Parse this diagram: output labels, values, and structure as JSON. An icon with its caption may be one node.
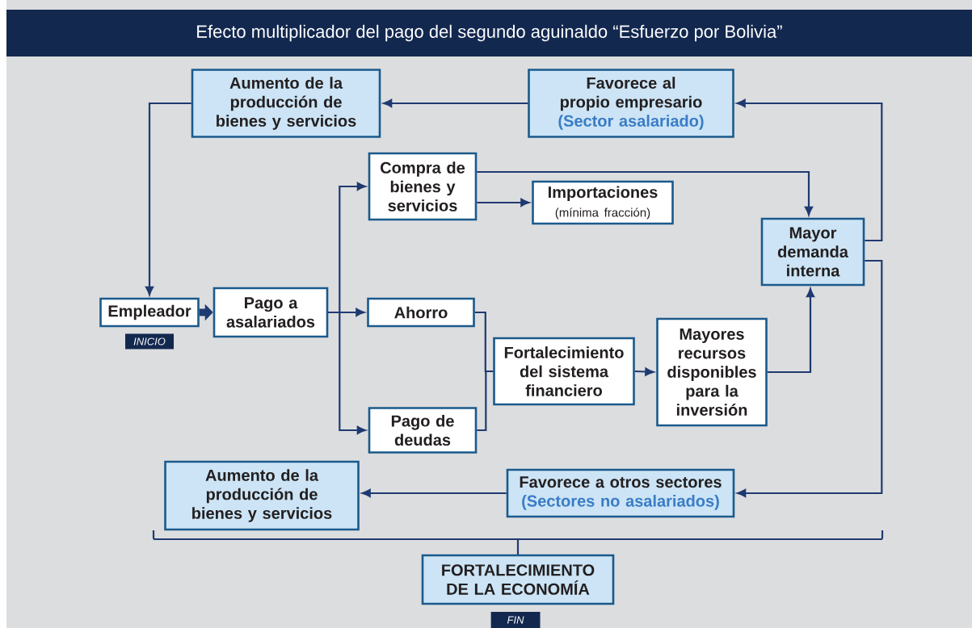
{
  "diagram": {
    "title": "Efecto multiplicador del pago del segundo aguinaldo “Esfuerzo por Bolivia”",
    "nodes": [
      {
        "text": [
          "Empleador"
        ],
        "beside": [
          "INICIO"
        ]
      },
      {
        "text": [
          "Pago a asalariados"
        ]
      },
      {
        "text": [
          "Compra de bienes y servicios"
        ]
      },
      {
        "text": [
          "Ahorro"
        ]
      },
      {
        "text": [
          "Pago de deudas"
        ]
      },
      {
        "text": [
          "Importaciones",
          "(mínima fracción)"
        ]
      },
      {
        "text": [
          "Fortalecimiento del sistema financiero"
        ]
      },
      {
        "text": [
          "Mayores recursos disponibles para la inversión"
        ]
      },
      {
        "text": [
          "Mayor demanda interna"
        ]
      },
      {
        "text": [
          "Favorece al propio empresario",
          "(Sector asalariado)"
        ]
      },
      {
        "text": [
          "Aumento de la producción de bienes y servicios"
        ]
      },
      {
        "text": [
          "Favorece a otros sectores",
          "(Sectores no asalariados)"
        ]
      },
      {
        "text": [
          "Aumento de la producción de bienes y servicios"
        ]
      },
      {
        "text": [
          "FORTALECIMIENTO DE LA ECONOMÍA"
        ],
        "beside": [
          "FIN"
        ]
      }
    ],
    "edges": [
      {
        "from": 0,
        "to": 1,
        "arrow": "to",
        "style": "thick"
      },
      {
        "from": 10,
        "to": 0,
        "arrow": "to"
      },
      {
        "from": 1,
        "to": 2,
        "arrow": "to"
      },
      {
        "from": 1,
        "to": 3,
        "arrow": "to"
      },
      {
        "from": 1,
        "to": 4,
        "arrow": "to"
      },
      {
        "from": 2,
        "to": 8,
        "arrow": "to"
      },
      {
        "from": 2,
        "to": 5,
        "arrow": "to"
      },
      {
        "from": 3,
        "to": 6,
        "arrow": "none"
      },
      {
        "from": 4,
        "to": 6,
        "arrow": "none"
      },
      {
        "from": 6,
        "to": 7,
        "arrow": "to"
      },
      {
        "from": 7,
        "to": 8,
        "arrow": "to"
      },
      {
        "from": 8,
        "to": 9,
        "arrow": "to"
      },
      {
        "from": 9,
        "to": 10,
        "arrow": "to"
      },
      {
        "from": 8,
        "to": 11,
        "arrow": "to"
      },
      {
        "from": 11,
        "to": 12,
        "arrow": "to"
      }
    ]
  }
}
